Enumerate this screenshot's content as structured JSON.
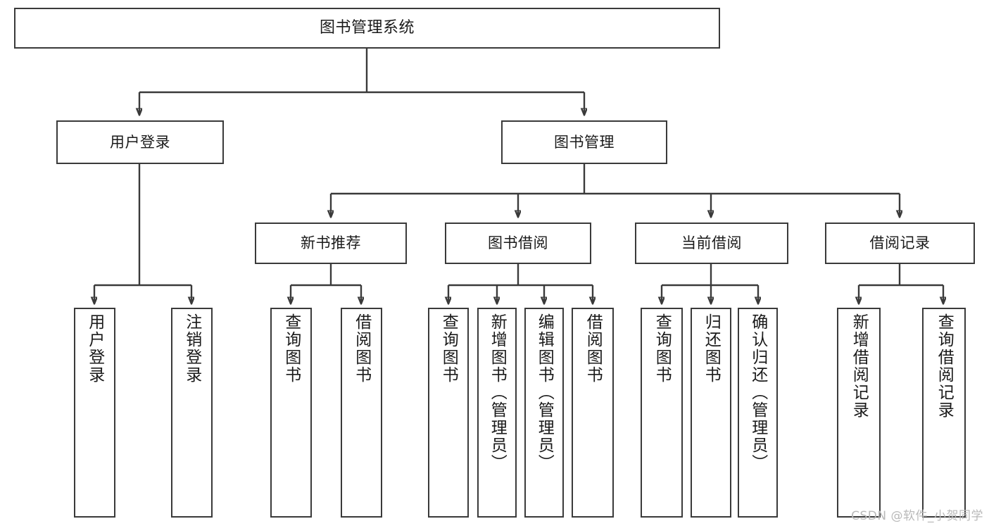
{
  "diagram": {
    "title": "图书管理系统",
    "type": "hierarchy-tree",
    "watermark": "CSDN @软件_小贺同学",
    "colors": {
      "stroke": "#3a3a3a",
      "fill": "#ffffff",
      "text": "#1a1a1a",
      "watermark": "#b9b9b9"
    },
    "levels": {
      "level1": [
        {
          "id": "root",
          "label": "图书管理系统"
        }
      ],
      "level2": [
        {
          "id": "user-login",
          "label": "用户登录"
        },
        {
          "id": "book-manage",
          "label": "图书管理"
        }
      ],
      "level3": [
        {
          "id": "new-book-rec",
          "label": "新书推荐",
          "parent": "book-manage"
        },
        {
          "id": "book-borrow",
          "label": "图书借阅",
          "parent": "book-manage"
        },
        {
          "id": "current-borrow",
          "label": "当前借阅",
          "parent": "book-manage"
        },
        {
          "id": "borrow-record",
          "label": "借阅记录",
          "parent": "book-manage"
        }
      ],
      "level4": [
        {
          "id": "leaf-1",
          "label": "用户登录",
          "parent": "user-login"
        },
        {
          "id": "leaf-2",
          "label": "注销登录",
          "parent": "user-login"
        },
        {
          "id": "leaf-3",
          "label": "查询图书",
          "parent": "new-book-rec"
        },
        {
          "id": "leaf-4",
          "label": "借阅图书",
          "parent": "new-book-rec"
        },
        {
          "id": "leaf-5",
          "label": "查询图书",
          "parent": "book-borrow"
        },
        {
          "id": "leaf-6",
          "label": "新增图书（管理员）",
          "parent": "book-borrow"
        },
        {
          "id": "leaf-7",
          "label": "编辑图书（管理员）",
          "parent": "book-borrow"
        },
        {
          "id": "leaf-8",
          "label": "借阅图书",
          "parent": "book-borrow"
        },
        {
          "id": "leaf-9",
          "label": "查询图书",
          "parent": "current-borrow"
        },
        {
          "id": "leaf-10",
          "label": "归还图书",
          "parent": "current-borrow"
        },
        {
          "id": "leaf-11",
          "label": "确认归还（管理员）",
          "parent": "current-borrow"
        },
        {
          "id": "leaf-12",
          "label": "新增借阅记录",
          "parent": "borrow-record"
        },
        {
          "id": "leaf-13",
          "label": "查询借阅记录",
          "parent": "borrow-record"
        }
      ]
    }
  }
}
